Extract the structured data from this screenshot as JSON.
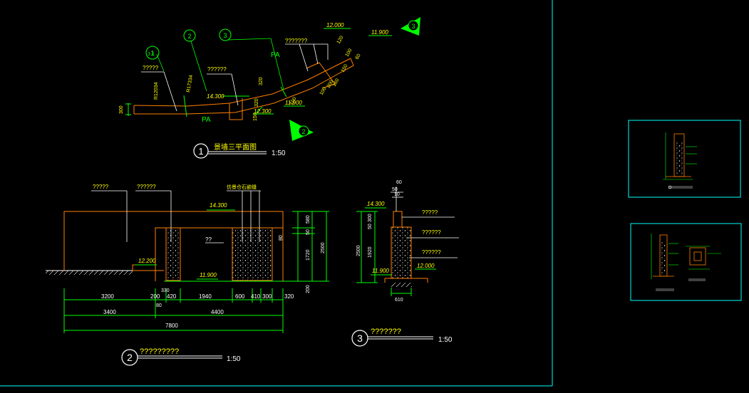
{
  "colors": {
    "background": "#000000",
    "frame": "#00ffff",
    "dimension": "#00ff00",
    "text": "#ffff00",
    "wall_outline": "#ff8000",
    "marker": "#ffffff"
  },
  "views": {
    "plan": {
      "number": "1",
      "title": "景墙三平面图",
      "scale": "1:50",
      "callouts": [
        "?????",
        "??????",
        "???????"
      ],
      "leader_symbol": "J-1",
      "elevations": [
        "12.000",
        "11.900",
        "14.300",
        "12.300",
        "11.900"
      ],
      "zone_labels": [
        "PA",
        "PA"
      ],
      "dims_rot": [
        "300",
        "R12034",
        "R17334",
        "320",
        "320",
        "150",
        "100",
        "100",
        "200",
        "160",
        "150",
        "120",
        "100",
        "60"
      ],
      "section_marks": [
        "1",
        "2",
        "3",
        "2"
      ]
    },
    "elevation": {
      "number": "2",
      "title": "?????????",
      "scale": "1:50",
      "callouts": [
        "?????",
        "??????",
        "仿景仓石嵌缝"
      ],
      "levels": [
        "14.300",
        "12.200",
        "11.900"
      ],
      "inner_label": "??",
      "dims_bottom_row1": [
        "3200",
        "200",
        "420",
        "1940",
        "600",
        "410",
        "300",
        "320"
      ],
      "dims_bottom_row2": [
        "3400",
        "4400"
      ],
      "dims_bottom_total": "7800",
      "dims_small": [
        "330",
        "80"
      ],
      "dims_right": [
        "580",
        "50",
        "1720",
        "200",
        "2500"
      ],
      "dim_side": "80"
    },
    "section": {
      "number": "3",
      "title": "???????",
      "scale": "1:50",
      "callouts": [
        "?????",
        "??????",
        "??????"
      ],
      "levels": [
        "14.300",
        "12.000",
        "11.900"
      ],
      "dims_top": [
        "60",
        "50",
        "10"
      ],
      "dims_left": [
        "2500",
        "300",
        "50",
        "1920"
      ],
      "dim_base": "610"
    }
  },
  "thumbnails": [
    "detail-sheet-1",
    "detail-sheet-2"
  ]
}
